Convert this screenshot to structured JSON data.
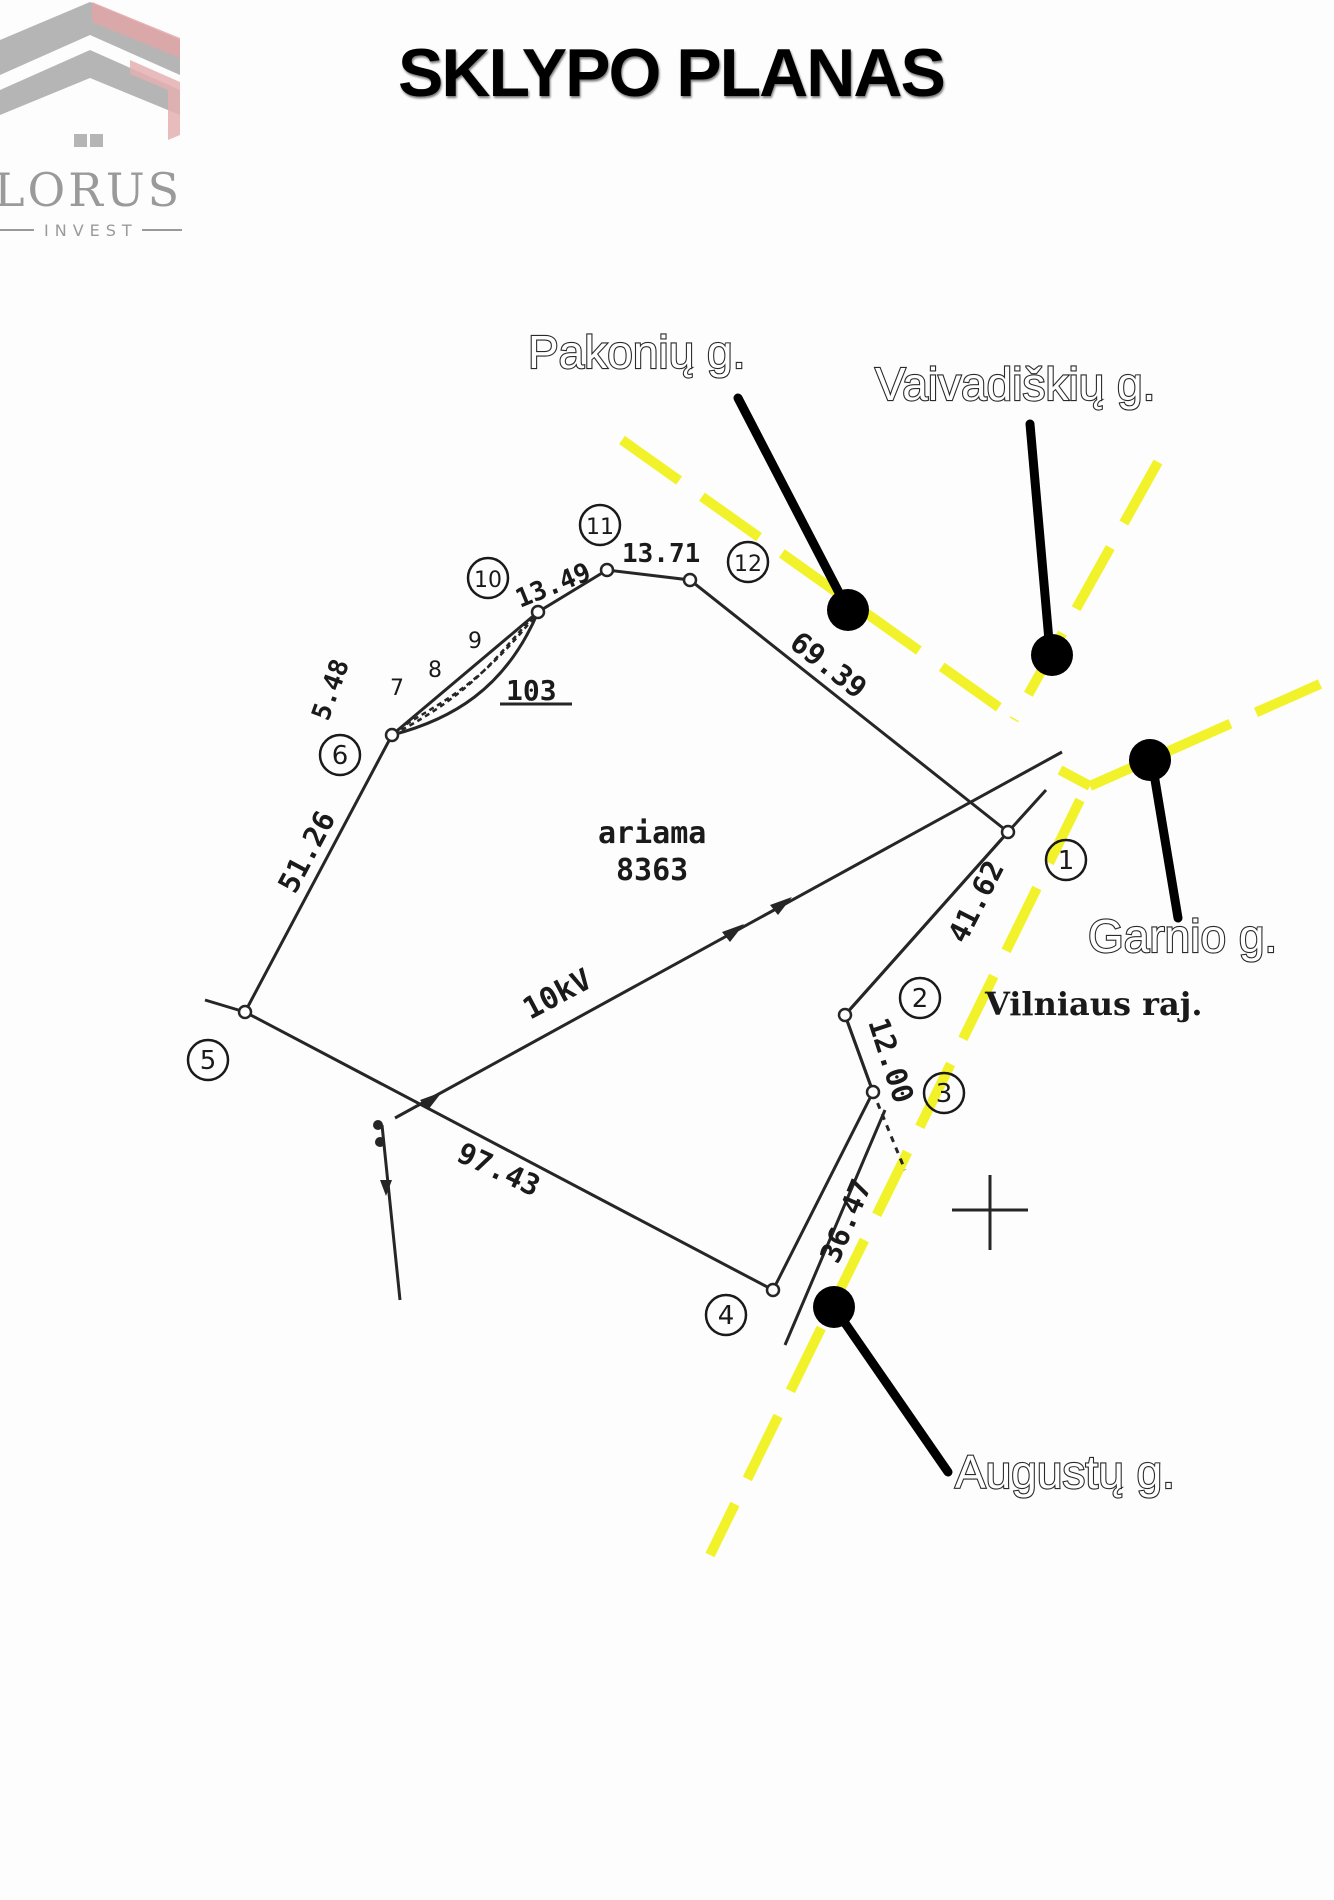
{
  "logo": {
    "name": "LORUS",
    "sub": "INVEST",
    "colors": {
      "gray": "#9a9a9a",
      "pink": "#d98a8a"
    }
  },
  "title": "SKLYPO PLANAS",
  "streets": {
    "pakoniu": "Pakonių g.",
    "vaivadiskiu": "Vaivadiškių g.",
    "garnio": "Garnio g.",
    "augustu": "Augustų g."
  },
  "region_label": "Vilniaus raj.",
  "parcel": {
    "land_use": "ariama",
    "area": "8363",
    "powerline": "10kV",
    "sub_parcel": "103",
    "edges": {
      "e1_2": "41.62",
      "e2_3": "12.00",
      "e3_4": "36.47",
      "e4_5": "97.43",
      "e5_6": "51.26",
      "e6_7": "5.48",
      "e10_11": "13.49",
      "e11_12": "13.71",
      "e12_1": "69.39"
    },
    "corners": [
      "1",
      "2",
      "3",
      "4",
      "5",
      "6",
      "10",
      "11",
      "12"
    ],
    "inner_points": [
      "7",
      "8",
      "9"
    ]
  },
  "colors": {
    "road": "#f2f22a",
    "line": "#262626",
    "pin": "#000000"
  }
}
